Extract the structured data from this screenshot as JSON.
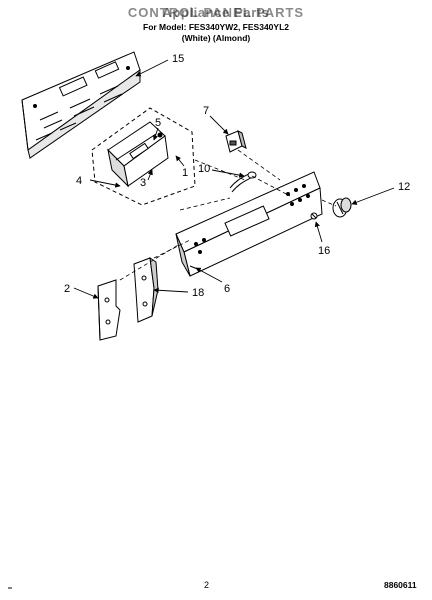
{
  "header": {
    "title": "CONTROL PANEL PARTS",
    "overprint": "Appliance Parts",
    "model_prefix": "For Model:",
    "models": "FES340YW2, FES340YL2",
    "colors": "(White)   (Almond)"
  },
  "callouts": [
    "15",
    "7",
    "5",
    "1",
    "10",
    "12",
    "4",
    "3",
    "16",
    "6",
    "2",
    "18"
  ],
  "footer": {
    "page_number": "2",
    "doc_code": "8860611"
  }
}
